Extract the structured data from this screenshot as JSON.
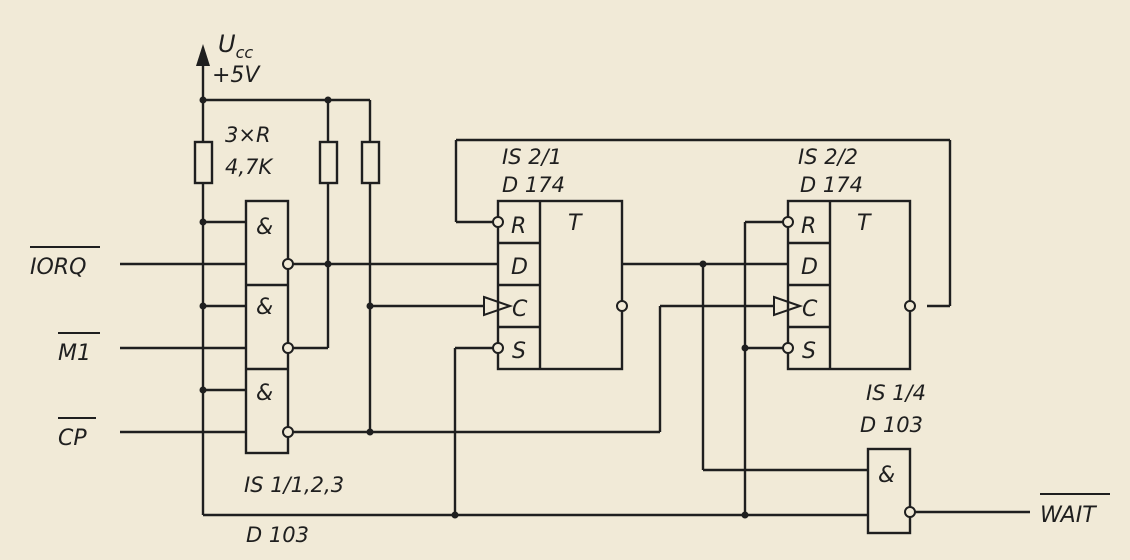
{
  "supply": {
    "label": "U",
    "subscript": "cc",
    "voltage": "+5V"
  },
  "resistors": {
    "count_label": "3×R",
    "value": "4,7K"
  },
  "inputs": {
    "iorq": "IORQ",
    "m1": "M1",
    "cp": "CP"
  },
  "output": {
    "wait": "WAIT"
  },
  "nand_gates": {
    "symbol": "&",
    "group_label": "IS 1/1,2,3",
    "type_label": "D 103"
  },
  "flipflop1": {
    "ref": "IS 2/1",
    "type": "D 174",
    "r": "R",
    "d": "D",
    "c": "C",
    "s": "S",
    "t": "T"
  },
  "flipflop2": {
    "ref": "IS 2/2",
    "type": "D 174",
    "r": "R",
    "d": "D",
    "c": "C",
    "s": "S",
    "t": "T"
  },
  "out_gate": {
    "ref": "IS 1/4",
    "type": "D 103",
    "symbol": "&"
  }
}
